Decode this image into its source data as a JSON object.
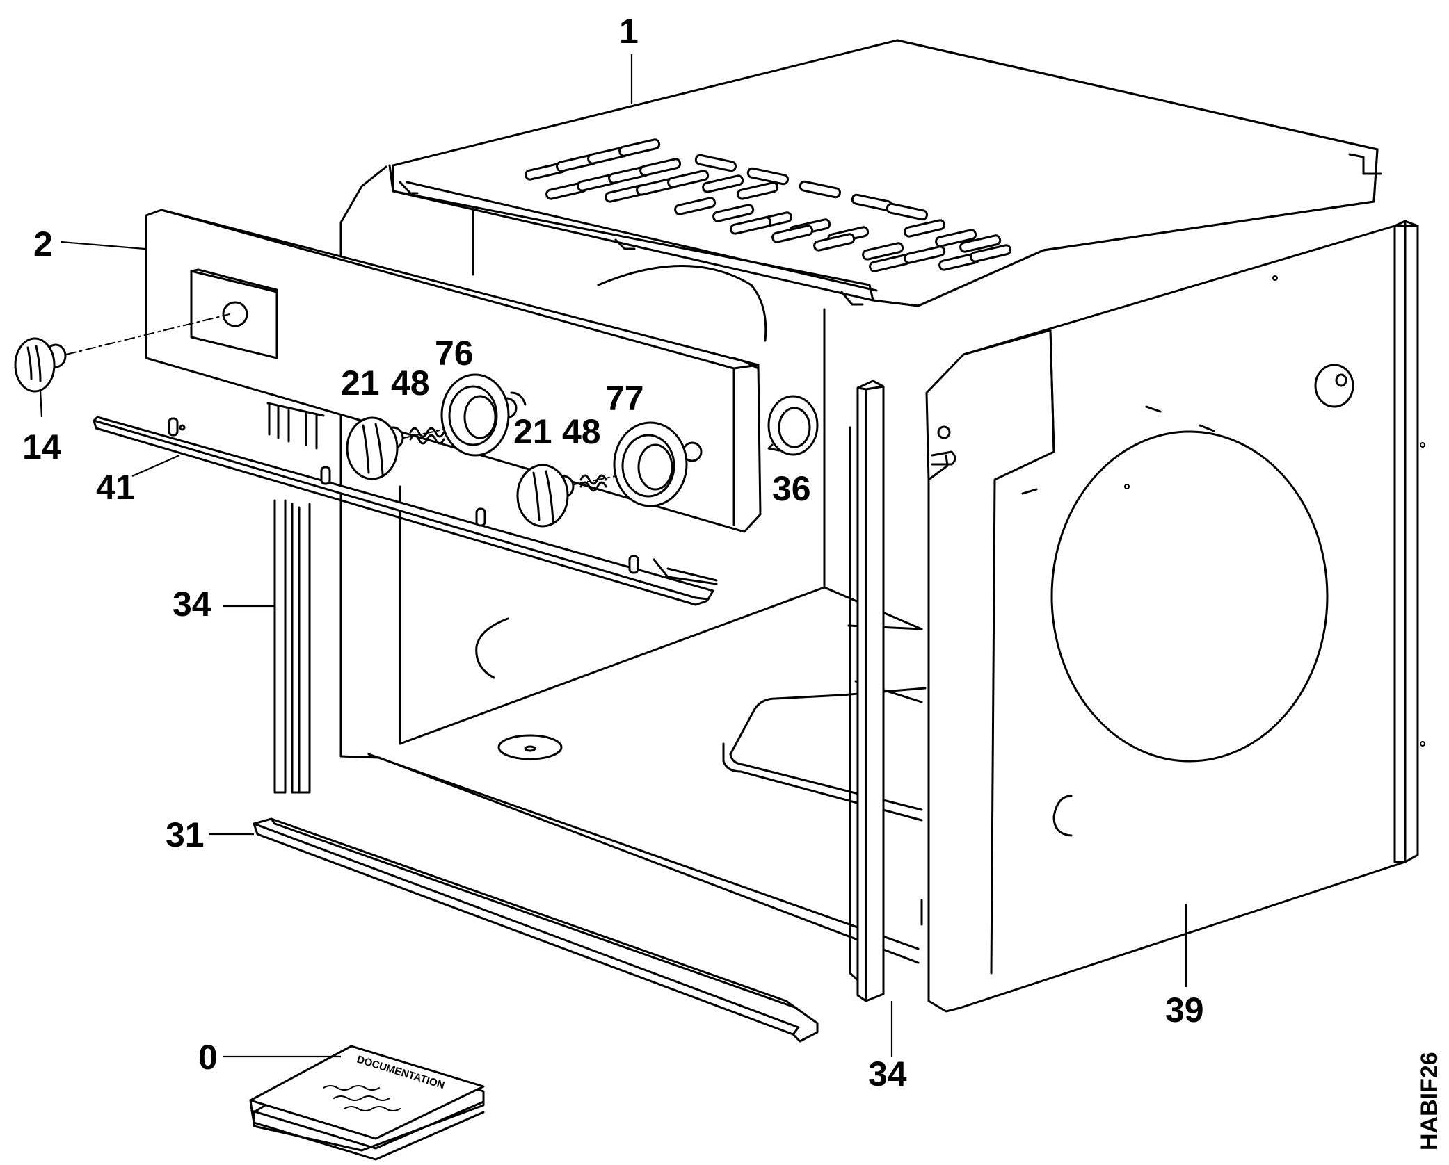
{
  "diagram": {
    "book_cover_text": "DOCUMENTATION",
    "drawing_code": "HABIF26",
    "callouts": [
      {
        "id": "c1",
        "label": "1"
      },
      {
        "id": "c2",
        "label": "2"
      },
      {
        "id": "c14",
        "label": "14"
      },
      {
        "id": "c41",
        "label": "41"
      },
      {
        "id": "c21a",
        "label": "21"
      },
      {
        "id": "c48a",
        "label": "48"
      },
      {
        "id": "c76",
        "label": "76"
      },
      {
        "id": "c21b",
        "label": "21"
      },
      {
        "id": "c48b",
        "label": "48"
      },
      {
        "id": "c77",
        "label": "77"
      },
      {
        "id": "c36",
        "label": "36"
      },
      {
        "id": "c34a",
        "label": "34"
      },
      {
        "id": "c31",
        "label": "31"
      },
      {
        "id": "c0",
        "label": "0"
      },
      {
        "id": "c34b",
        "label": "34"
      },
      {
        "id": "c39",
        "label": "39"
      }
    ]
  }
}
